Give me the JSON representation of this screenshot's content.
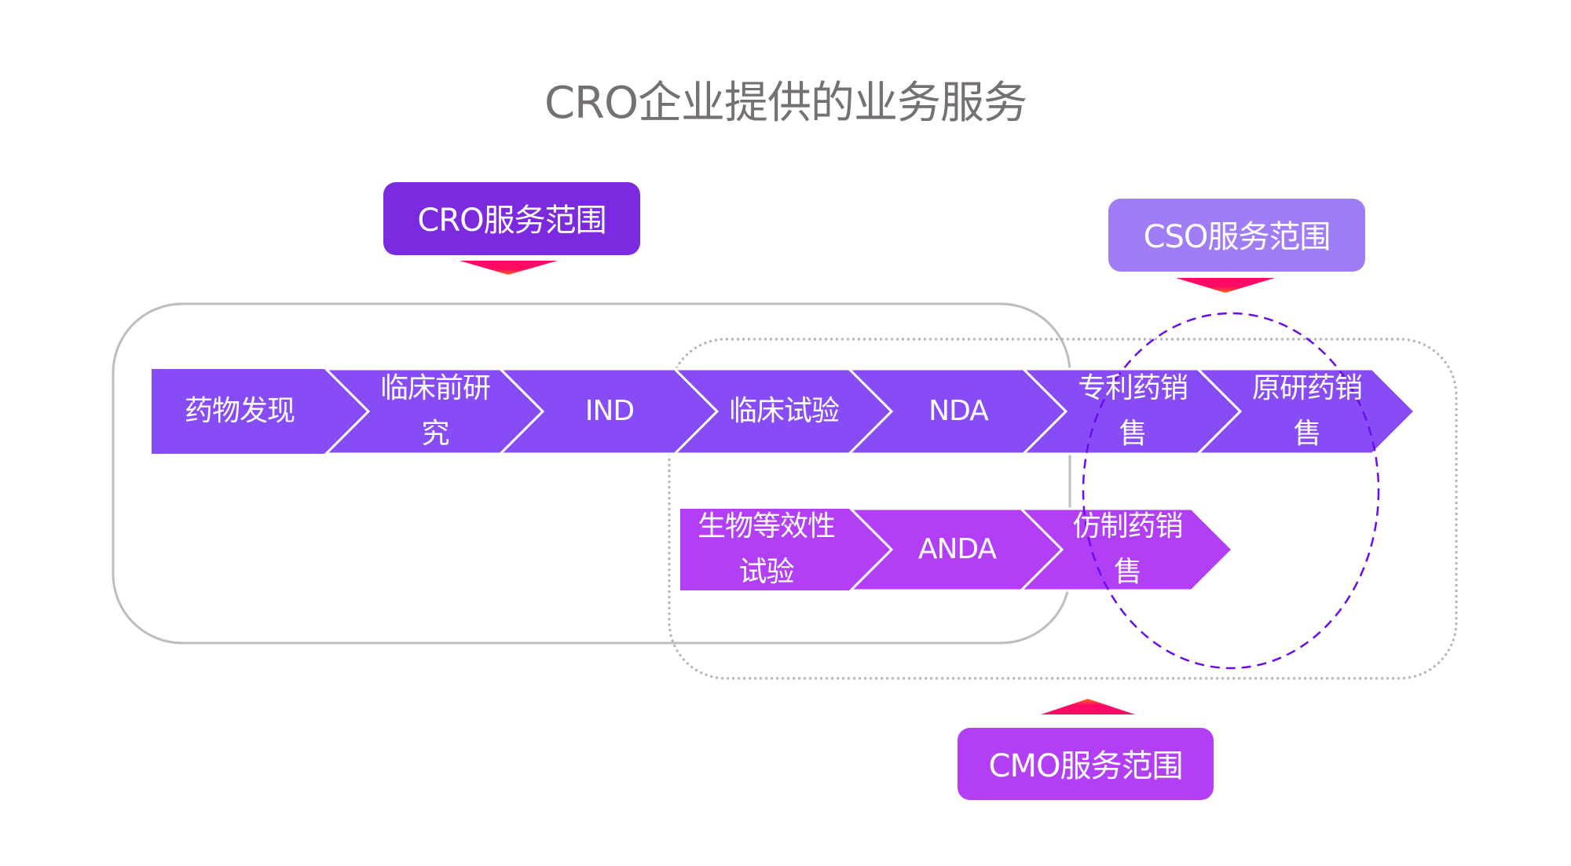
{
  "title": "CRO企业提供的业务服务",
  "colors": {
    "title_text": "#767171",
    "cro_label": "#7b2ae0",
    "cso_label": "#a07cf6",
    "cmo_label": "#b23ff5",
    "main_chain": "#874cf5",
    "generic_chain": "#b23ff5",
    "pointer_top": "#ff0a64",
    "pointer_tip": "#ff6a1a",
    "cro_scope_border": "#bdbdbd",
    "cmo_scope_border": "#b4b4b4",
    "cso_scope_border": "#6a0cf0"
  },
  "scope_labels": {
    "cro": "CRO服务范围",
    "cso": "CSO服务范围",
    "cmo": "CMO服务范围"
  },
  "main_chain": [
    {
      "label": "药物发现"
    },
    {
      "label": "临床前研究"
    },
    {
      "label": "IND"
    },
    {
      "label": "临床试验"
    },
    {
      "label": "NDA"
    },
    {
      "label": "专利药销售"
    },
    {
      "label": "原研药销售"
    }
  ],
  "generic_chain": [
    {
      "label": "生物等效性试验"
    },
    {
      "label": "ANDA"
    },
    {
      "label": "仿制药销售"
    }
  ]
}
